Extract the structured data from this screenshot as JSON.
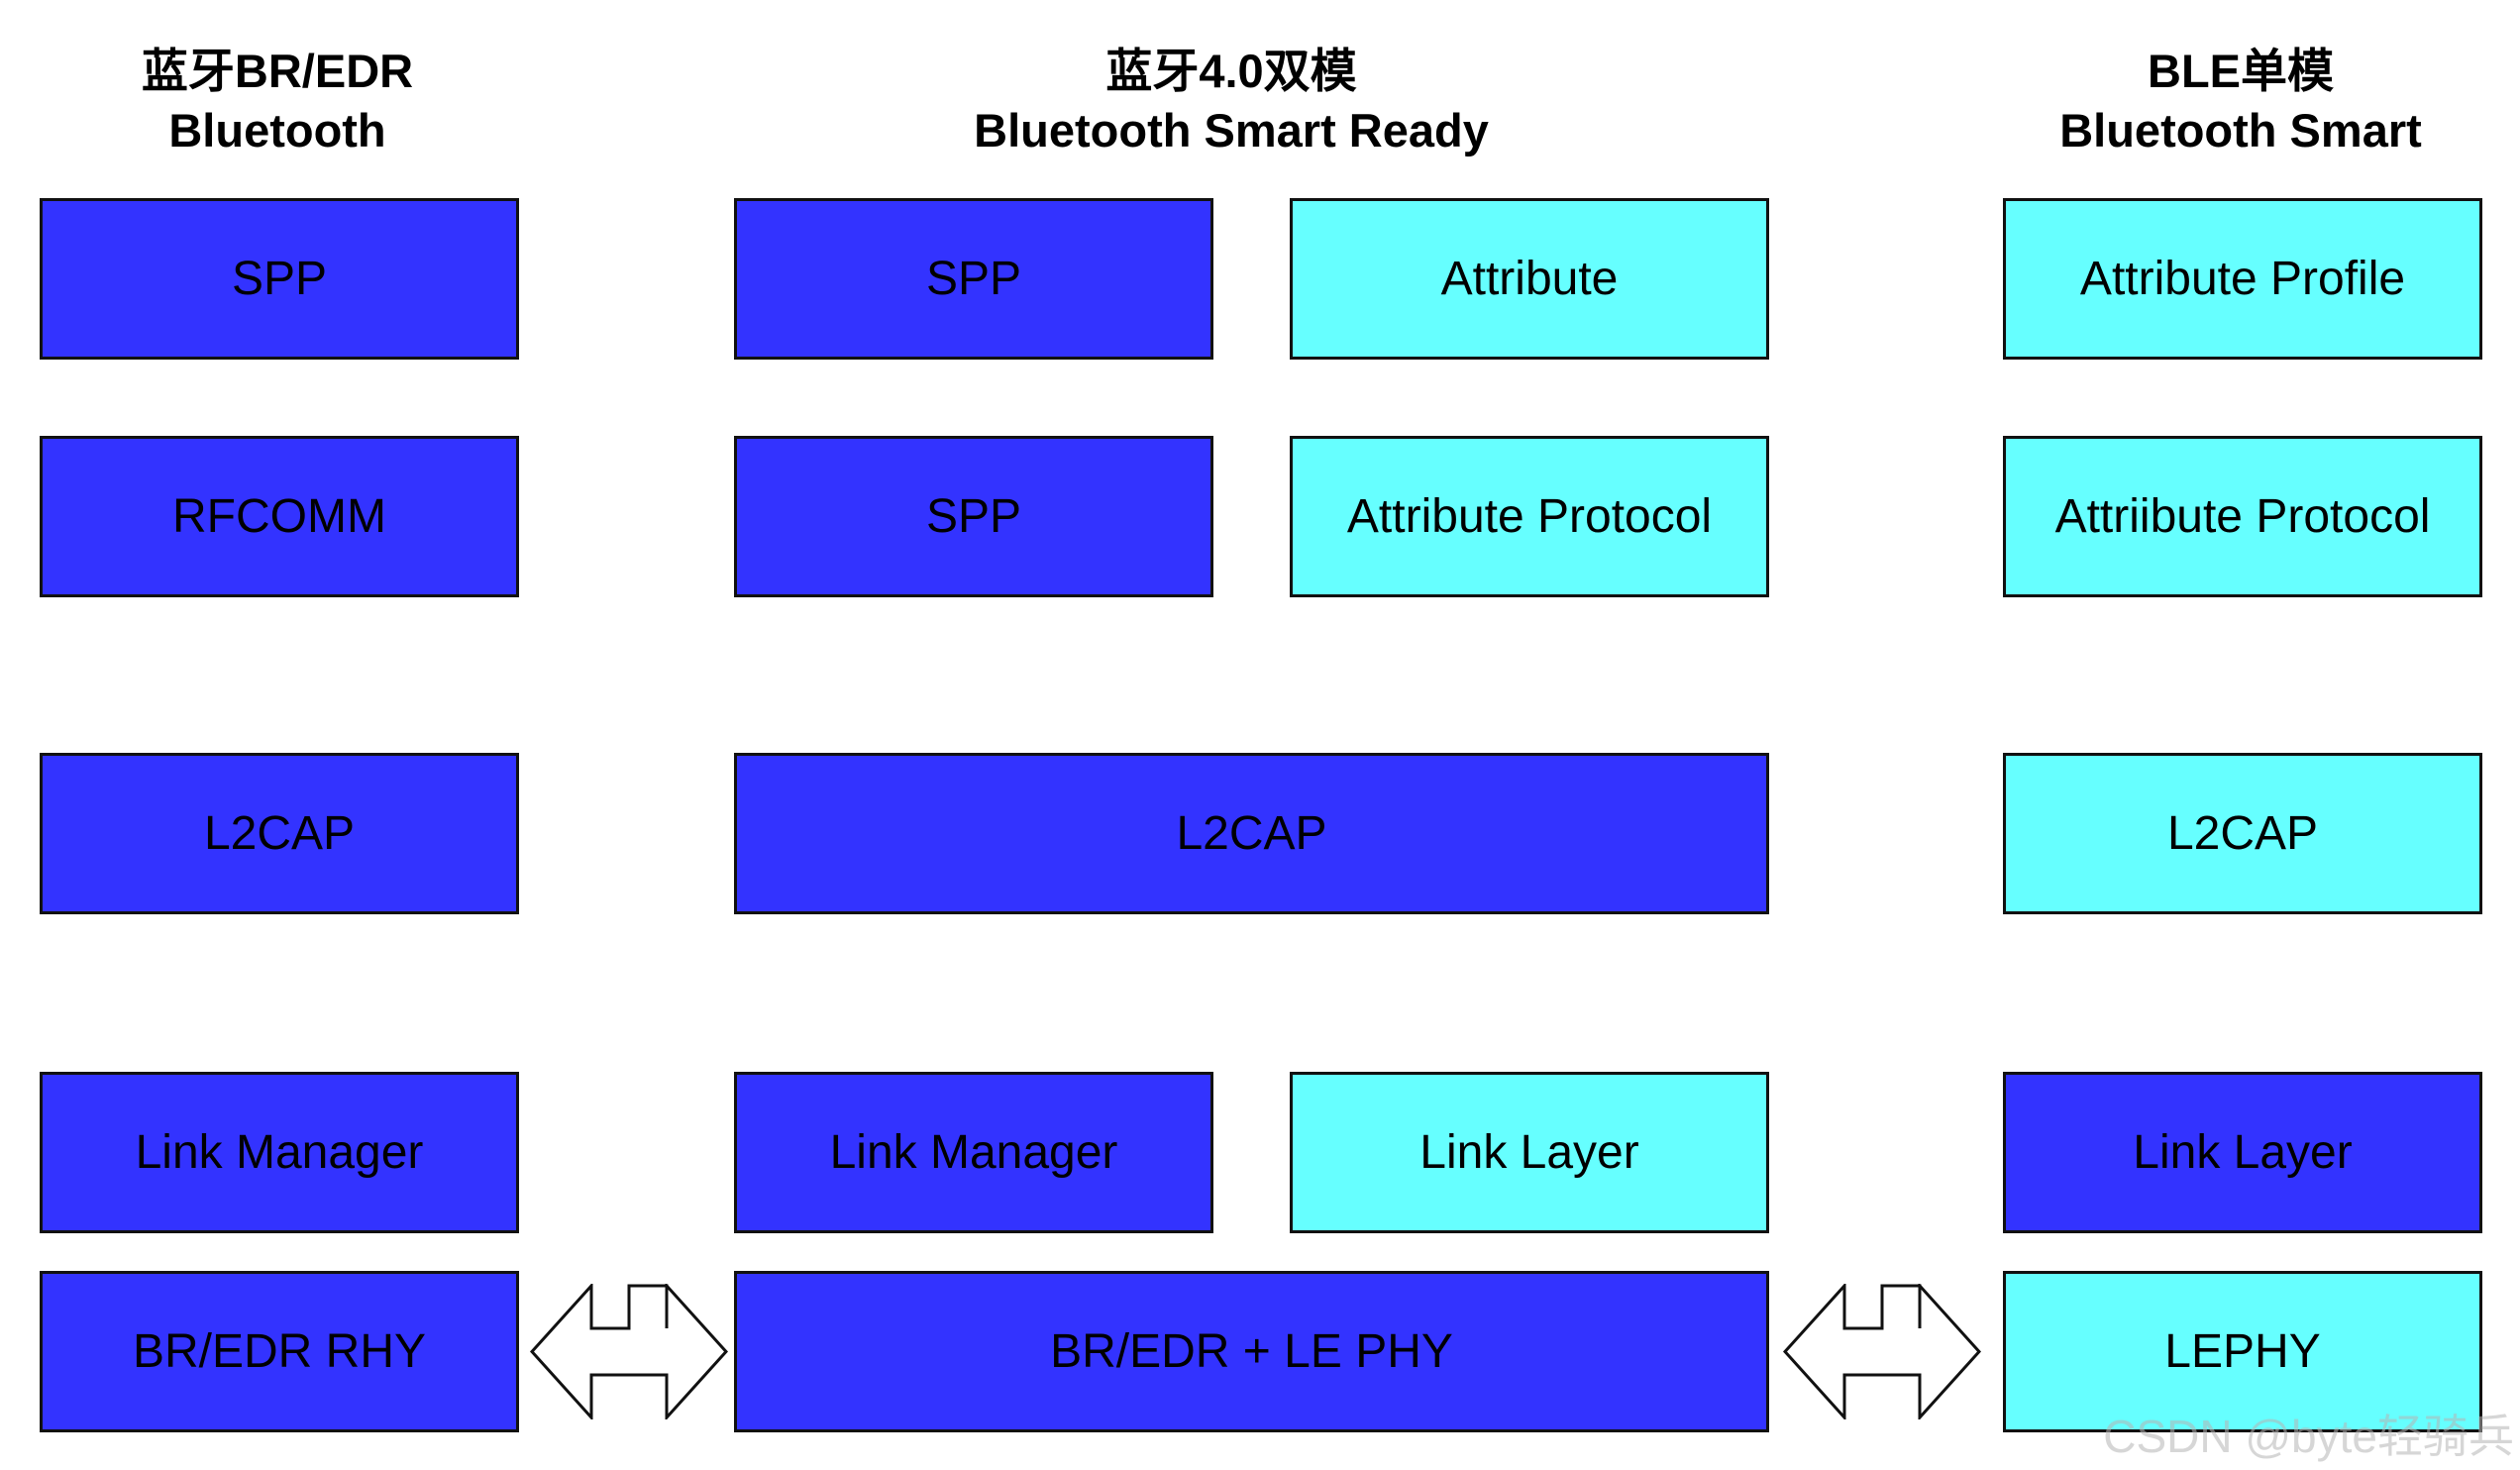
{
  "columns": [
    {
      "title_cn": "蓝牙BR/EDR",
      "title_en": "Bluetooth"
    },
    {
      "title_cn": "蓝牙4.0双模",
      "title_en": "Bluetooth Smart Ready"
    },
    {
      "title_cn": "BLE单模",
      "title_en": "Bluetooth Smart"
    }
  ],
  "left_stack": {
    "spp": "SPP",
    "rfcomm": "RFCOMM",
    "l2cap": "L2CAP",
    "link_manager": "Link Manager",
    "phy": "BR/EDR RHY"
  },
  "middle_stack": {
    "spp_top": "SPP",
    "attribute": "Attribute",
    "spp_second": "SPP",
    "attribute_protocol": "Attribute Protocol",
    "l2cap": "L2CAP",
    "link_manager": "Link Manager",
    "link_layer": "Link Layer",
    "phy": "BR/EDR + LE PHY"
  },
  "right_stack": {
    "attribute_profile": "Attribute Profile",
    "attribute_protocol": "Attriibute Protocol",
    "l2cap": "L2CAP",
    "link_layer": "Link Layer",
    "phy": "LEPHY"
  },
  "colors": {
    "bredr_block": "#3333ff",
    "le_block": "#66ffff",
    "border": "#111111"
  },
  "icons": {
    "left_arrow": "double-headed-arrow",
    "right_arrow": "double-headed-arrow"
  },
  "watermark": "CSDN @byte轻骑兵"
}
